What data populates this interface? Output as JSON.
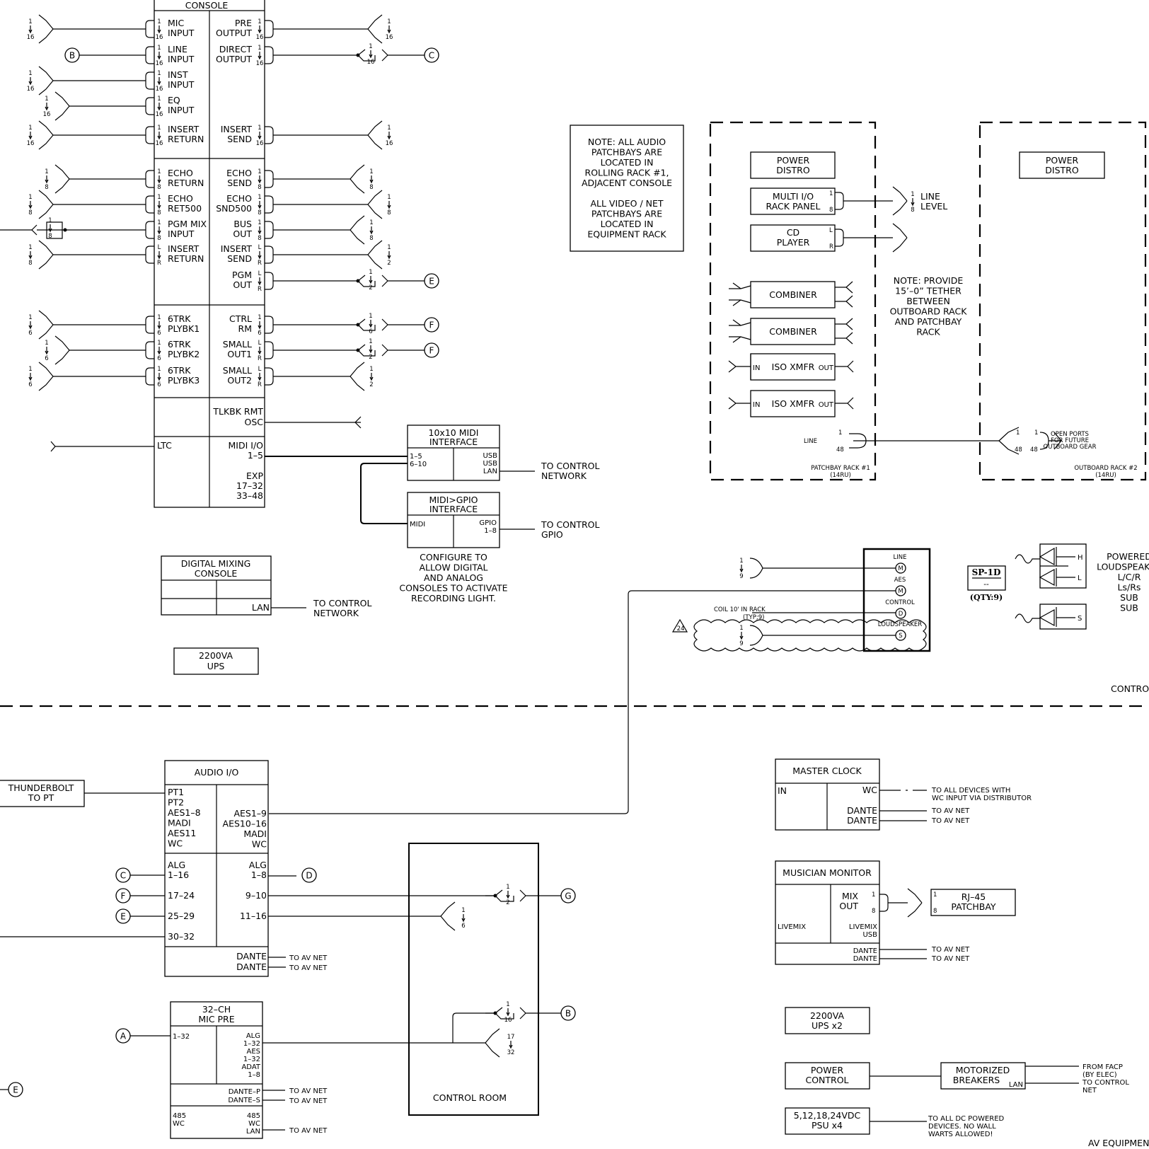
{
  "console": {
    "title": "CONSOLE",
    "rows": [
      {
        "num_top": "1",
        "num_bot": "16",
        "left_label": [
          "MIC",
          "INPUT"
        ],
        "right_label": [
          "PRE",
          "OUTPUT"
        ],
        "right_top": "1",
        "right_bot": "16"
      },
      {
        "num_top": "1",
        "num_bot": "16",
        "left_label": [
          "LINE",
          "INPUT"
        ],
        "right_label": [
          "DIRECT",
          "OUTPUT"
        ],
        "right_top": "1",
        "right_bot": "16"
      },
      {
        "num_top": "1",
        "num_bot": "16",
        "left_label": [
          "INST",
          "INPUT"
        ]
      },
      {
        "num_top": "1",
        "num_bot": "16",
        "left_label": [
          "EQ",
          "INPUT"
        ]
      },
      {
        "num_top": "1",
        "num_bot": "16",
        "left_label": [
          "INSERT",
          "RETURN"
        ],
        "right_label": [
          "INSERT",
          "SEND"
        ],
        "right_top": "1",
        "right_bot": "16"
      },
      {
        "num_top": "1",
        "num_bot": "8",
        "left_label": [
          "ECHO",
          "RETURN"
        ],
        "right_label": [
          "ECHO",
          "SEND"
        ],
        "right_top": "1",
        "right_bot": "8"
      },
      {
        "num_top": "1",
        "num_bot": "8",
        "left_label": [
          "ECHO",
          "RET500"
        ],
        "right_label": [
          "ECHO",
          "SND500"
        ],
        "right_top": "1",
        "right_bot": "8"
      },
      {
        "num_top": "1",
        "num_bot": "8",
        "left_label": [
          "PGM MIX",
          "INPUT"
        ],
        "right_label": [
          "BUS",
          "OUT"
        ],
        "right_top": "1",
        "right_bot": "8"
      },
      {
        "num_top": "L",
        "num_bot": "R",
        "left_label": [
          "INSERT",
          "RETURN"
        ],
        "right_label": [
          "INSERT",
          "SEND"
        ],
        "right_top": "L",
        "right_bot": "R"
      },
      {
        "right_label": [
          "PGM",
          "OUT"
        ],
        "right_top": "L",
        "right_bot": "R"
      },
      {
        "num_top": "1",
        "num_bot": "6",
        "left_label": [
          "6TRK",
          "PLYBK1"
        ],
        "right_label": [
          "CTRL",
          "RM"
        ],
        "right_top": "1",
        "right_bot": "6"
      },
      {
        "num_top": "1",
        "num_bot": "6",
        "left_label": [
          "6TRK",
          "PLYBK2"
        ],
        "right_label": [
          "SMALL",
          "OUT1"
        ],
        "right_top": "L",
        "right_bot": "R"
      },
      {
        "num_top": "1",
        "num_bot": "6",
        "left_label": [
          "6TRK",
          "PLYBK3"
        ],
        "right_label": [
          "SMALL",
          "OUT2"
        ],
        "right_top": "L",
        "right_bot": "R"
      }
    ],
    "tlkbk": [
      "TLKBK RMT",
      "OSC"
    ],
    "ltc": "LTC",
    "midi_io": [
      "MIDI I/O",
      "1–5"
    ],
    "exp": [
      "EXP",
      "17–32",
      "33–48"
    ]
  },
  "labels_misc": {
    "line_label": "LINE",
    "line_level": [
      "LINE",
      "LEVEL"
    ]
  },
  "connector_letters": [
    "A",
    "B",
    "C",
    "D",
    "E",
    "F",
    "G"
  ],
  "midi_interface": {
    "title": [
      "10x10 MIDI",
      "INTERFACE"
    ],
    "left": [
      "1–5",
      "6–10"
    ],
    "right": [
      "USB",
      "USB",
      "LAN"
    ]
  },
  "midi_gpio": {
    "title": [
      "MIDI>GPIO",
      "INTERFACE"
    ],
    "left": "MIDI",
    "right": [
      "GPIO",
      "1–8"
    ]
  },
  "to_control_network": [
    "TO CONTROL",
    "NETWORK"
  ],
  "to_control_gpio": [
    "TO CONTROL",
    "GPIO"
  ],
  "configure_note": [
    "CONFIGURE TO",
    "ALLOW DIGITAL",
    "AND ANALOG",
    "CONSOLES TO ACTIVATE",
    "RECORDING LIGHT."
  ],
  "digital_console": {
    "title": [
      "DIGITAL MIXING",
      "CONSOLE"
    ],
    "lan": "LAN"
  },
  "ups1": [
    "2200VA",
    "UPS"
  ],
  "note_box": [
    "NOTE: ALL AUDIO",
    "PATCHBAYS ARE",
    "LOCATED IN",
    "ROLLING RACK #1,",
    "ADJACENT CONSOLE",
    "",
    "ALL VIDEO / NET",
    "PATCHBAYS ARE",
    "LOCATED IN",
    "EQUIPMENT RACK"
  ],
  "patchbay_rack": {
    "power_distro": [
      "POWER",
      "DISTRO"
    ],
    "multi_io": [
      "MULTI I/O",
      "RACK PANEL"
    ],
    "cd_player": [
      "CD",
      "PLAYER"
    ],
    "combiner": "COMBINER",
    "iso_xmfr": "ISO XMFR",
    "in": "IN",
    "out": "OUT",
    "label": [
      "PATCHBAY RACK #1",
      "(14RU)"
    ]
  },
  "tether_note": [
    "NOTE: PROVIDE",
    "15’–0” TETHER",
    "BETWEEN",
    "OUTBOARD RACK",
    "AND PATCHBAY",
    "RACK"
  ],
  "outboard_rack": {
    "power_distro": [
      "POWER",
      "DISTRO"
    ],
    "open_ports": [
      "OPEN PORTS",
      "FOR FUTURE",
      "OUTBOARD GEAR"
    ],
    "label": [
      "OUTBOARD RACK #2",
      "(14RU)"
    ]
  },
  "speaker_panel": {
    "line": "LINE",
    "aes": "AES",
    "control": "CONTROL",
    "loudspeaker": "LOUDSPEAKER",
    "coil": [
      "COIL 10' IN RACK",
      "(TYP;9)"
    ],
    "delta": "24"
  },
  "sp_tag": {
    "name": "SP-1D",
    "dash": "--",
    "qty": "(QTY:9)"
  },
  "powered_loudspeaker": [
    "POWERED",
    "LOUDSPEAKER",
    "L/C/R",
    "Ls/Rs",
    "SUB",
    "SUB"
  ],
  "amp_labels": [
    "H",
    "L",
    "S"
  ],
  "control_label": "CONTROL",
  "thunderbolt": [
    "THUNDERBOLT",
    "TO PT"
  ],
  "audio_io": {
    "title": "AUDIO I/O",
    "left_top": [
      "PT1",
      "PT2",
      "AES1–8",
      "MADI",
      "AES11",
      "WC"
    ],
    "right_top": [
      "AES1–9",
      "AES10–16",
      "MADI",
      "WC"
    ],
    "left_mid": [
      "ALG",
      "1–16",
      "17–24",
      "25–29",
      "30–32"
    ],
    "right_mid": [
      "ALG",
      "1–8",
      "9–10",
      "11–16"
    ],
    "dante": [
      "DANTE",
      "DANTE"
    ]
  },
  "to_av_net": "TO AV NET",
  "mic_pre": {
    "title": [
      "32–CH",
      "MIC PRE"
    ],
    "left": "1–32",
    "right": [
      "ALG",
      "1–32",
      "AES",
      "1–32",
      "ADAT",
      "1–8"
    ],
    "dante": [
      "DANTE–P",
      "DANTE–S"
    ],
    "bottom_left": [
      "485",
      "WC"
    ],
    "bottom_right": [
      "485",
      "WC",
      "LAN"
    ]
  },
  "control_room": "CONTROL ROOM",
  "master_clock": {
    "title": "MASTER CLOCK",
    "in": "IN",
    "wc": "WC",
    "dante": [
      "DANTE",
      "DANTE"
    ],
    "to_all": [
      "TO ALL DEVICES WITH",
      "WC INPUT VIA DISTRIBUTOR"
    ]
  },
  "musician_monitor": {
    "title": "MUSICIAN MONITOR",
    "mix": [
      "MIX",
      "OUT"
    ],
    "livemix": "LIVEMIX",
    "livemix_usb": [
      "LIVEMIX",
      "USB"
    ],
    "dante": [
      "DANTE",
      "DANTE"
    ]
  },
  "rj45": [
    "RJ–45",
    "PATCHBAY"
  ],
  "ups2": [
    "2200VA",
    "UPS x2"
  ],
  "power_control": [
    "POWER",
    "CONTROL"
  ],
  "motorized": [
    "MOTORIZED",
    "BREAKERS"
  ],
  "facp": [
    "FROM FACP",
    "(BY ELEC)",
    "TO CONTROL",
    "NET"
  ],
  "psu": [
    "5,12,18,24VDC",
    "PSU x4"
  ],
  "dc_note": [
    "TO ALL DC POWERED",
    "DEVICES.  NO WALL",
    "WARTS ALLOWED!"
  ],
  "footer": "AV EQUIPMEN"
}
